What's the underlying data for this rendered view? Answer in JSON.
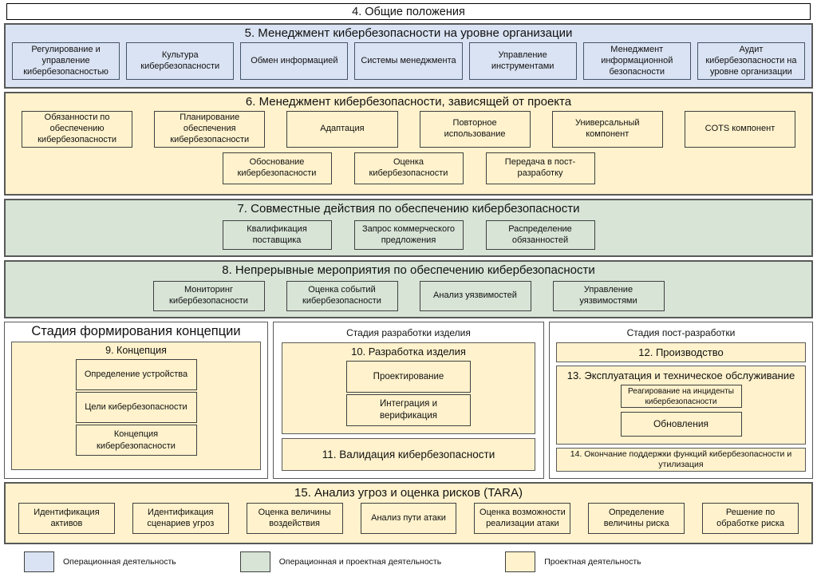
{
  "header": {
    "title": "4. Общие положения"
  },
  "sections": {
    "s5": {
      "title": "5. Менеджмент кибербезопасности на уровне организации",
      "boxes": [
        "Регулирование и управление кибербезопасностью",
        "Культура кибербезопасности",
        "Обмен информацией",
        "Системы менеджмента",
        "Управление инструментами",
        "Менеджмент информационной безопасности",
        "Аудит кибербезопасности на уровне организации"
      ]
    },
    "s6": {
      "title": "6. Менеджмент кибербезопасности, зависящей от проекта",
      "row1": [
        "Обязанности по обеспечению кибербезопасности",
        "Планирование обеспечения кибербезопасности",
        "Адаптация",
        "Повторное использование",
        "Универсальный компонент",
        "COTS компонент"
      ],
      "row2": [
        "Обоснование кибербезопасности",
        "Оценка кибербезопасности",
        "Передача в пост-разработку"
      ]
    },
    "s7": {
      "title": "7. Совместные действия по обеспечению кибербезопасности",
      "boxes": [
        "Квалификация поставщика",
        "Запрос коммерческого предложения",
        "Распределение обязанностей"
      ]
    },
    "s8": {
      "title": "8. Непрерывные мероприятия по обеспечению кибербезопасности",
      "boxes": [
        "Мониторинг кибербезопасности",
        "Оценка событий кибербезопасности",
        "Анализ уязвимостей",
        "Управление уязвимостями"
      ]
    },
    "s15": {
      "title": "15. Анализ угроз и оценка рисков (TARA)",
      "boxes": [
        "Идентификация активов",
        "Идентификация сценариев угроз",
        "Оценка величины воздействия",
        "Анализ пути атаки",
        "Оценка возможности реализации атаки",
        "Определение величины риска",
        "Решение по обработке риска"
      ]
    }
  },
  "stages": {
    "concept": {
      "title": "Стадия формирования концепции",
      "block_title": "9. Концепция",
      "boxes": [
        "Определение устройства",
        "Цели кибербезопасности",
        "Концепция кибербезопасности"
      ]
    },
    "development": {
      "title": "Стадия разработки изделия",
      "block_title": "10. Разработка изделия",
      "boxes": [
        "Проектирование",
        "Интеграция и верификация"
      ],
      "validation": "11. Валидация кибербезопасности"
    },
    "post": {
      "title": "Стадия пост-разработки",
      "production": "12. Производство",
      "operation_title": "13. Эксплуатация и техническое обслуживание",
      "operation_boxes": [
        "Реагирование на инциденты кибербезопасности",
        "Обновления"
      ],
      "end_of_support": "14. Окончание поддержки функций кибербезопасности и утилизация"
    }
  },
  "legend": {
    "items": [
      {
        "label": "Операционная деятельность",
        "color": "#dae3f3"
      },
      {
        "label": "Операционная и проектная деятельность",
        "color": "#d7e4d6"
      },
      {
        "label": "Проектная деятельность",
        "color": "#fff2cc"
      }
    ]
  }
}
